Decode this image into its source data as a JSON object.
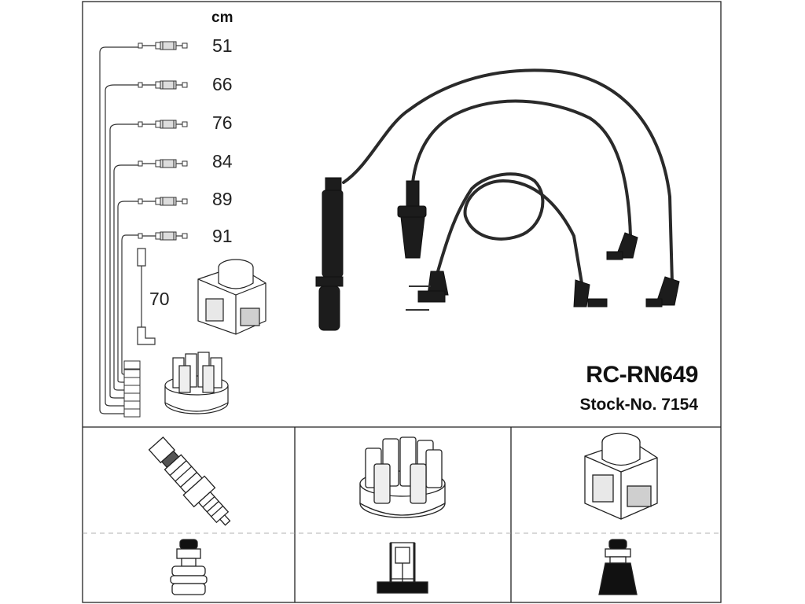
{
  "diagram": {
    "product_code": "RC-RN649",
    "stock_number": "Stock-No. 7154",
    "length_unit": "cm",
    "cable_lengths": [
      "51",
      "66",
      "76",
      "84",
      "89",
      "91"
    ],
    "coil_lead_length": "70"
  },
  "parts": [
    {
      "icon": "spark-plug-icon"
    },
    {
      "icon": "distributor-cap-icon"
    },
    {
      "icon": "ignition-coil-icon"
    },
    {
      "icon": "plug-connector-boot-icon"
    },
    {
      "icon": "cap-connector-terminal-icon"
    },
    {
      "icon": "coil-connector-boot-icon"
    }
  ],
  "colors": {
    "line": "#222222",
    "cable": "#2a2a2a",
    "background": "#ffffff"
  }
}
